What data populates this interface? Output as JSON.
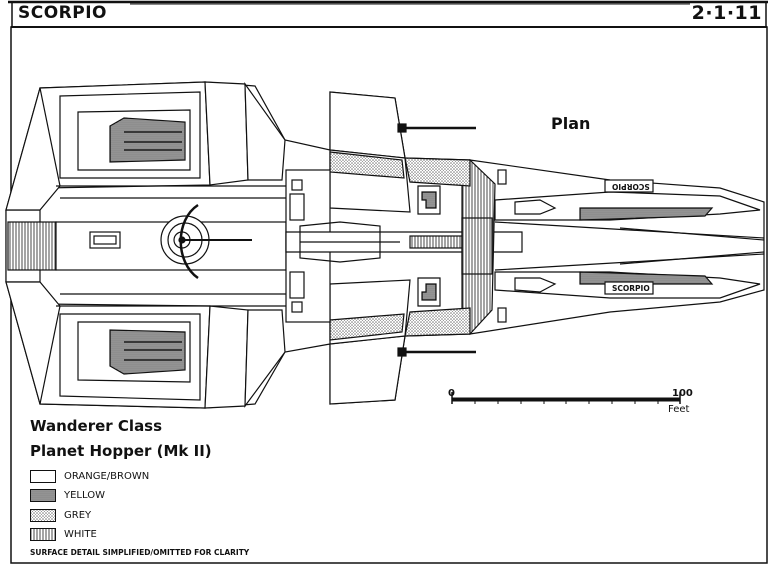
{
  "header": {
    "left": "SCORPIO",
    "right": "2·1·11"
  },
  "view_label": "Plan",
  "title": {
    "line1": "Wanderer Class",
    "line2": "Planet Hopper (Mk II)"
  },
  "legend": [
    {
      "label": "ORANGE/BROWN",
      "pattern": "none"
    },
    {
      "label": "YELLOW",
      "pattern": "dense-stipple"
    },
    {
      "label": "GREY",
      "pattern": "light-stipple"
    },
    {
      "label": "WHITE",
      "pattern": "hatched"
    }
  ],
  "footnote": "SURFACE DETAIL SIMPLIFIED/OMITTED FOR CLARITY",
  "scale": {
    "start": "0",
    "end": "100",
    "unit": "Feet"
  },
  "ship_name_tags": {
    "upper": "SCORPIO",
    "lower": "SCORPIO"
  },
  "colors": {
    "ink": "#111111",
    "paper": "#ffffff",
    "stipple": "#9a9a9a"
  }
}
